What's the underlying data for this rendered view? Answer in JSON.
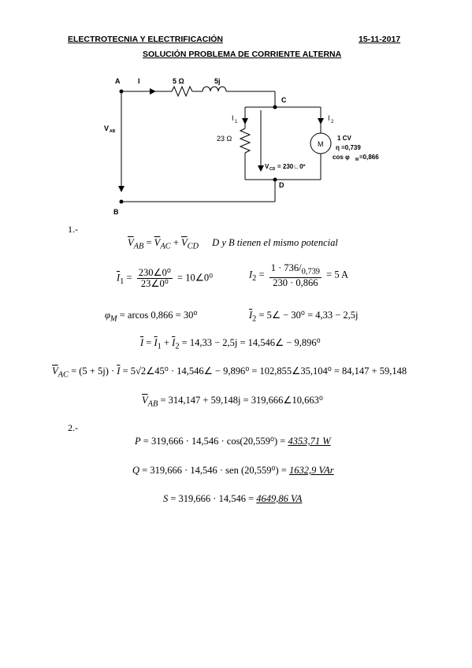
{
  "header": {
    "course": "ELECTROTECNIA Y ELECTRIFICACIÓN",
    "date": "15-11-2017",
    "title": "SOLUCIÓN PROBLEMA DE CORRIENTE ALTERNA"
  },
  "circuit": {
    "node_a": "A",
    "node_b": "B",
    "node_c": "C",
    "node_d": "D",
    "current_i": "I",
    "current_i1": "I",
    "current_i1_sub": "1",
    "current_i2": "I",
    "current_i2_sub": "2",
    "r_series": "5 Ω",
    "x_series": "5j",
    "r_parallel": "23 Ω",
    "vab_label": "V",
    "vab_sub": "AB",
    "vcd_label": "V",
    "vcd_sub": "CD",
    "vcd_value": "= 230∟0º",
    "motor_symbol": "M",
    "motor_power": "1 CV",
    "motor_eff": "η =0,739",
    "motor_pf_prefix": "cos φ",
    "motor_pf_sub": "M",
    "motor_pf_value": "=0,866"
  },
  "part1": {
    "label": "1.-",
    "note": "D y B tienen el mismo potencial",
    "eq_vab": {
      "lhs": "V",
      "lhs_sub": "AB",
      "a": "V",
      "a_sub": "AC",
      "b": "V",
      "b_sub": "CD"
    },
    "eq_i1": {
      "num": "230∠0⁰",
      "den": "23∠0⁰",
      "result": "= 10∠0⁰"
    },
    "eq_i2": {
      "num_main": "1 · 736",
      "num_tail": "0,739",
      "den": "230 · 0,866",
      "result": "= 5 A"
    },
    "eq_phi": "= arcos 0,866 = 30⁰",
    "eq_i2bar": "= 5∠ − 30⁰ = 4,33 − 2,5j",
    "eq_itot": "= 14,33 − 2,5j = 14,546∠ − 9,896⁰",
    "eq_vac": "= (5 + 5j) · ",
    "eq_vac_rhs": "= 5√2∠45⁰ · 14,546∠ − 9,896⁰ = 102,855∠35,104⁰ = 84,147 + 59,148",
    "eq_vab_result": "= 314,147 + 59,148j = 319,666∠10,663⁰"
  },
  "part2": {
    "label": "2.-",
    "p_lhs": "P",
    "p_expr": "= 319,666 · 14,546 · cos(20,559⁰) =",
    "p_result": "4353,71 W",
    "q_lhs": "Q",
    "q_expr": "= 319,666 · 14,546 · sen (20,559⁰) =",
    "q_result": "1632,9 VAr",
    "s_lhs": "S",
    "s_expr": "= 319,666 · 14,546 =",
    "s_result": "4649,86 VA"
  }
}
